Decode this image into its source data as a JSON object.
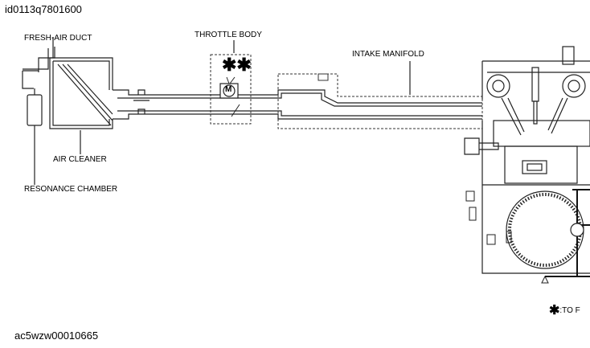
{
  "document": {
    "id_code": "id0113q7801600",
    "figure_code": "ac5wzw00010665"
  },
  "labels": {
    "fresh_air_duct": "FRESH-AIR DUCT",
    "throttle_body": "THROTTLE BODY",
    "intake_manifold": "INTAKE MANIFOLD",
    "air_cleaner": "AIR CLEANER",
    "resonance_chamber": "RESONANCE CHAMBER",
    "throttle_mark": "✱✱",
    "motor_symbol": "M",
    "legend_text": ":TO F",
    "legend_star": "✱"
  }
}
